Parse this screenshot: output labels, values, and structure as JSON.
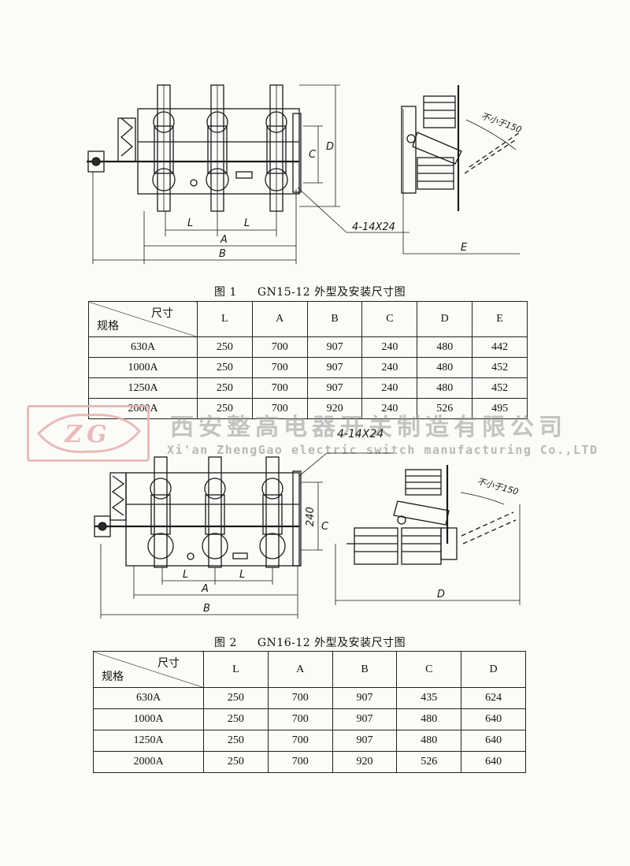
{
  "figure1": {
    "number": "图 1",
    "title": "GN15-12 外型及安装尺寸图",
    "labels": {
      "L1": "L",
      "L2": "L",
      "A": "A",
      "B": "B",
      "C": "C",
      "D": "D",
      "E": "E",
      "hole": "4-14X24",
      "angle": "不小于150"
    }
  },
  "table1": {
    "header_top": "尺寸",
    "header_bottom": "规格",
    "columns": [
      "L",
      "A",
      "B",
      "C",
      "D",
      "E"
    ],
    "rows": [
      {
        "spec": "630A",
        "values": [
          "250",
          "700",
          "907",
          "240",
          "480",
          "442"
        ]
      },
      {
        "spec": "1000A",
        "values": [
          "250",
          "700",
          "907",
          "240",
          "480",
          "452"
        ]
      },
      {
        "spec": "1250A",
        "values": [
          "250",
          "700",
          "907",
          "240",
          "480",
          "452"
        ]
      },
      {
        "spec": "2000A",
        "values": [
          "250",
          "700",
          "920",
          "240",
          "526",
          "495"
        ]
      }
    ]
  },
  "watermark": {
    "logo_text": "ZG",
    "company_cn": "西安整高电器开关制造有限公司",
    "company_en": "Xi'an ZhengGao electric switch manufacturing Co.,LTD",
    "logo_color": "#e7b1b1"
  },
  "figure2": {
    "number": "图 2",
    "title": "GN16-12 外型及安装尺寸图",
    "labels": {
      "L1": "L",
      "L2": "L",
      "A": "A",
      "B": "B",
      "C": "C",
      "D": "D",
      "dim240": "240",
      "hole": "4-14X24",
      "angle": "不小于150"
    }
  },
  "table2": {
    "header_top": "尺寸",
    "header_bottom": "规格",
    "columns": [
      "L",
      "A",
      "B",
      "C",
      "D"
    ],
    "rows": [
      {
        "spec": "630A",
        "values": [
          "250",
          "700",
          "907",
          "435",
          "624"
        ]
      },
      {
        "spec": "1000A",
        "values": [
          "250",
          "700",
          "907",
          "480",
          "640"
        ]
      },
      {
        "spec": "1250A",
        "values": [
          "250",
          "700",
          "907",
          "480",
          "640"
        ]
      },
      {
        "spec": "2000A",
        "values": [
          "250",
          "700",
          "920",
          "526",
          "640"
        ]
      }
    ]
  }
}
